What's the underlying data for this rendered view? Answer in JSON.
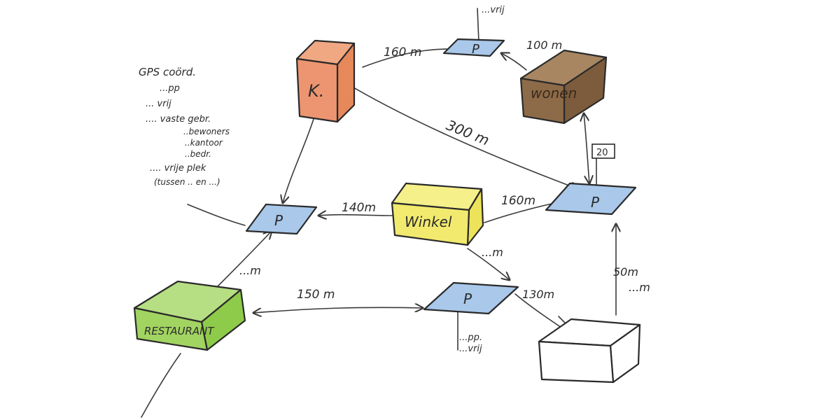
{
  "colors": {
    "k_block": "#e98a5e",
    "wonen_block": "#8a6a48",
    "winkel_block": "#f2ec6a",
    "restaurant_block": "#9ed25a",
    "parking": "#a9c8ea",
    "ink": "#2b2b2b"
  },
  "blocks": {
    "k": "K.",
    "wonen": "wonen",
    "winkel": "Winkel",
    "restaurant": "RESTAURANT"
  },
  "parkings": {
    "p_left": "P",
    "p_top": "P",
    "p_right": "P",
    "p_bottom": "P"
  },
  "distances": {
    "k_to_ptop": "160 m",
    "wonen_to_ptop": "100 m",
    "k_to_pright": "300 m",
    "winkel_to_pleft": "140m",
    "winkel_to_pright": "160m",
    "restaurant_to_pleft": "...m",
    "restaurant_to_pbottom": "150 m",
    "winkel_to_pbottom": "...m",
    "pbottom_to_box": "130m",
    "box_to_pright": "50m",
    "box_extra": "...m"
  },
  "notes": {
    "ptop_label": "...vrij",
    "sign_value": "20",
    "pbottom_pp": "...pp.",
    "pbottom_vrij": "...vrij",
    "legend": [
      "GPS coörd.",
      "...pp",
      "... vrij",
      ".... vaste gebr.",
      "..bewoners",
      "..kantoor",
      "..bedr.",
      ".... vrije plek",
      "(tussen .. en ...)"
    ]
  }
}
